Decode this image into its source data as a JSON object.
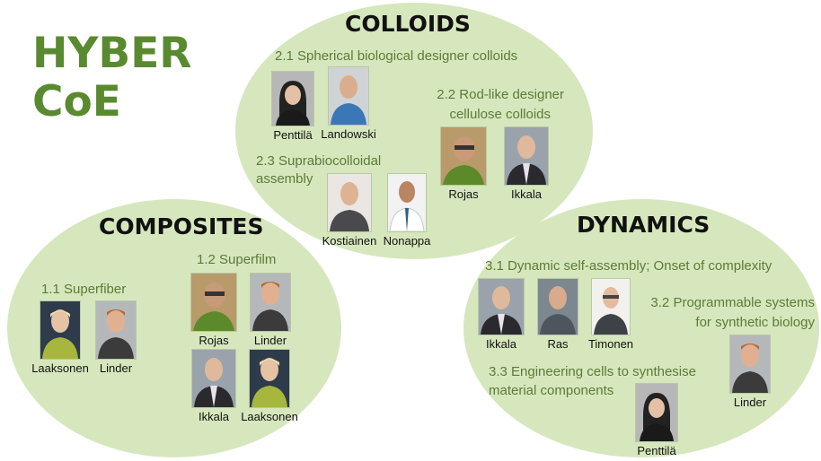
{
  "logo": {
    "line1": "HYBER",
    "line2": "CoE"
  },
  "groups": {
    "colloids": {
      "title": "COLLOIDS",
      "s21": "2.1 Spherical biological designer colloids",
      "s22_line1": "2.2 Rod-like designer",
      "s22_line2": "cellulose colloids",
      "s23_line1": "2.3 Suprabiocolloidal",
      "s23_line2": "assembly",
      "people": [
        "Penttilä",
        "Landowski",
        "Rojas",
        "Ikkala",
        "Kostiainen",
        "Nonappa"
      ]
    },
    "composites": {
      "title": "COMPOSITES",
      "s11": "1.1 Superfiber",
      "s12": "1.2 Superfilm",
      "people": [
        "Laaksonen",
        "Linder",
        "Rojas",
        "Linder",
        "Ikkala",
        "Laaksonen"
      ]
    },
    "dynamics": {
      "title": "DYNAMICS",
      "s31": "3.1 Dynamic self-assembly; Onset of complexity",
      "s32_line1": "3.2 Programmable systems",
      "s32_line2": "for synthetic biology",
      "s33_line1": "3.3 Engineering cells to synthesise",
      "s33_line2": "material components",
      "people": [
        "Ikkala",
        "Ras",
        "Timonen",
        "Linder",
        "Penttilä"
      ]
    }
  },
  "colors": {
    "ellipse": "#d6e7bd",
    "logo": "#5a8a30",
    "subtitle": "#5c7a38",
    "title": "#111111"
  }
}
